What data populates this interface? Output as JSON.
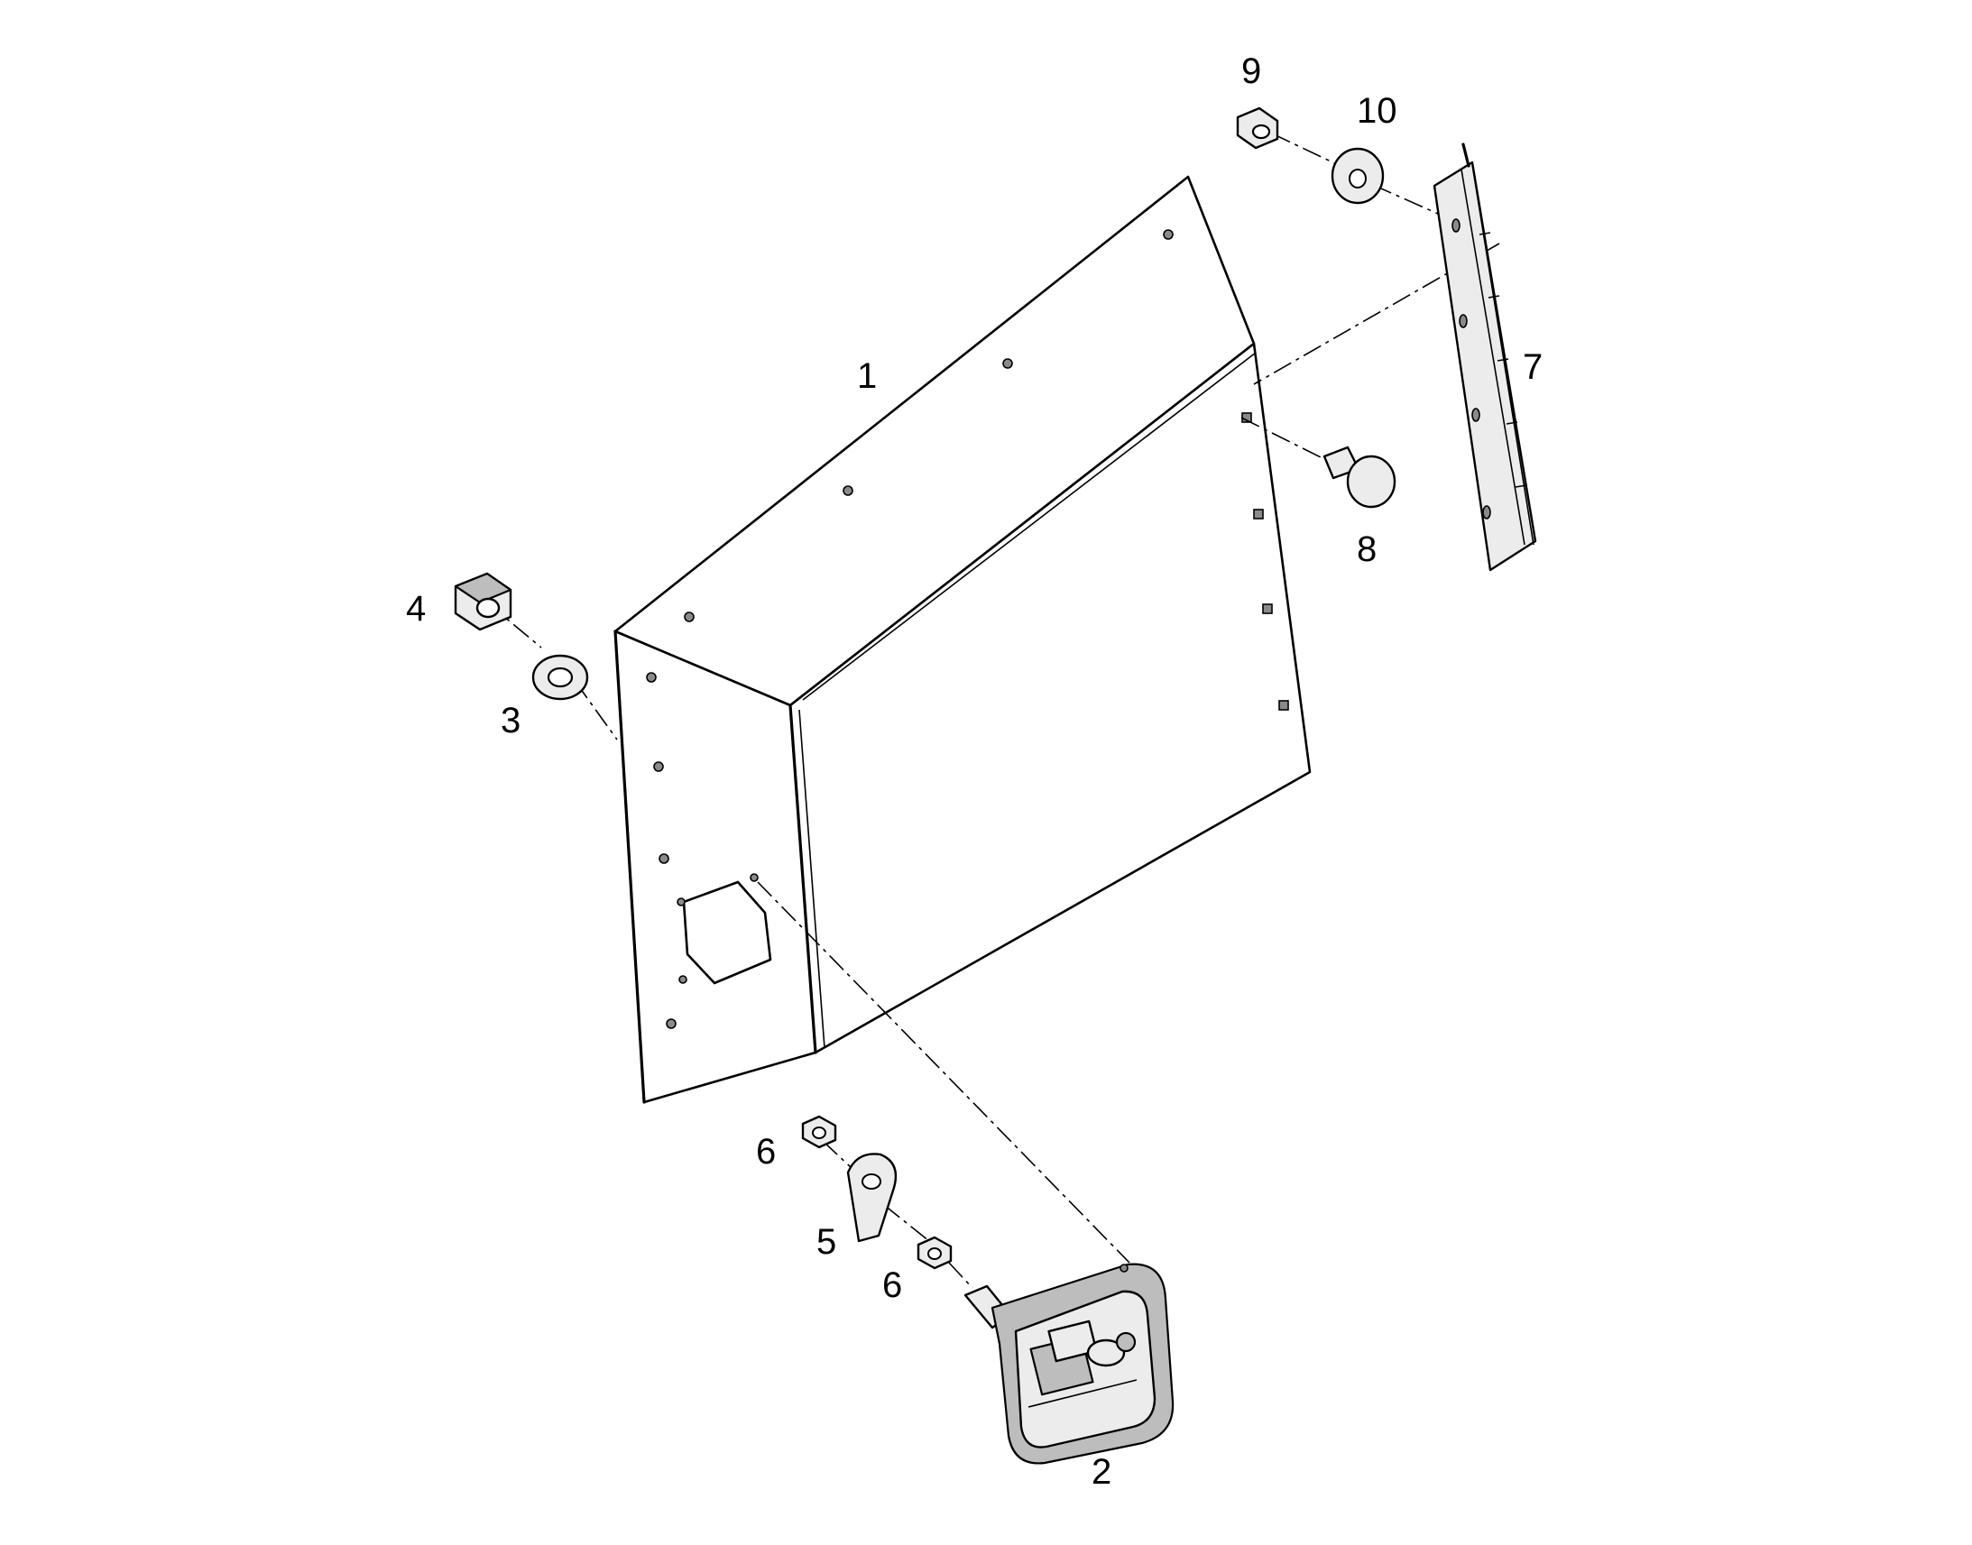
{
  "diagram": {
    "callouts": {
      "c1": "1",
      "c2": "2",
      "c3": "3",
      "c4": "4",
      "c5": "5",
      "c6a": "6",
      "c6b": "6",
      "c7": "7",
      "c8": "8",
      "c9": "9",
      "c10": "10"
    },
    "line_color": "#000000",
    "background": "#ffffff"
  }
}
